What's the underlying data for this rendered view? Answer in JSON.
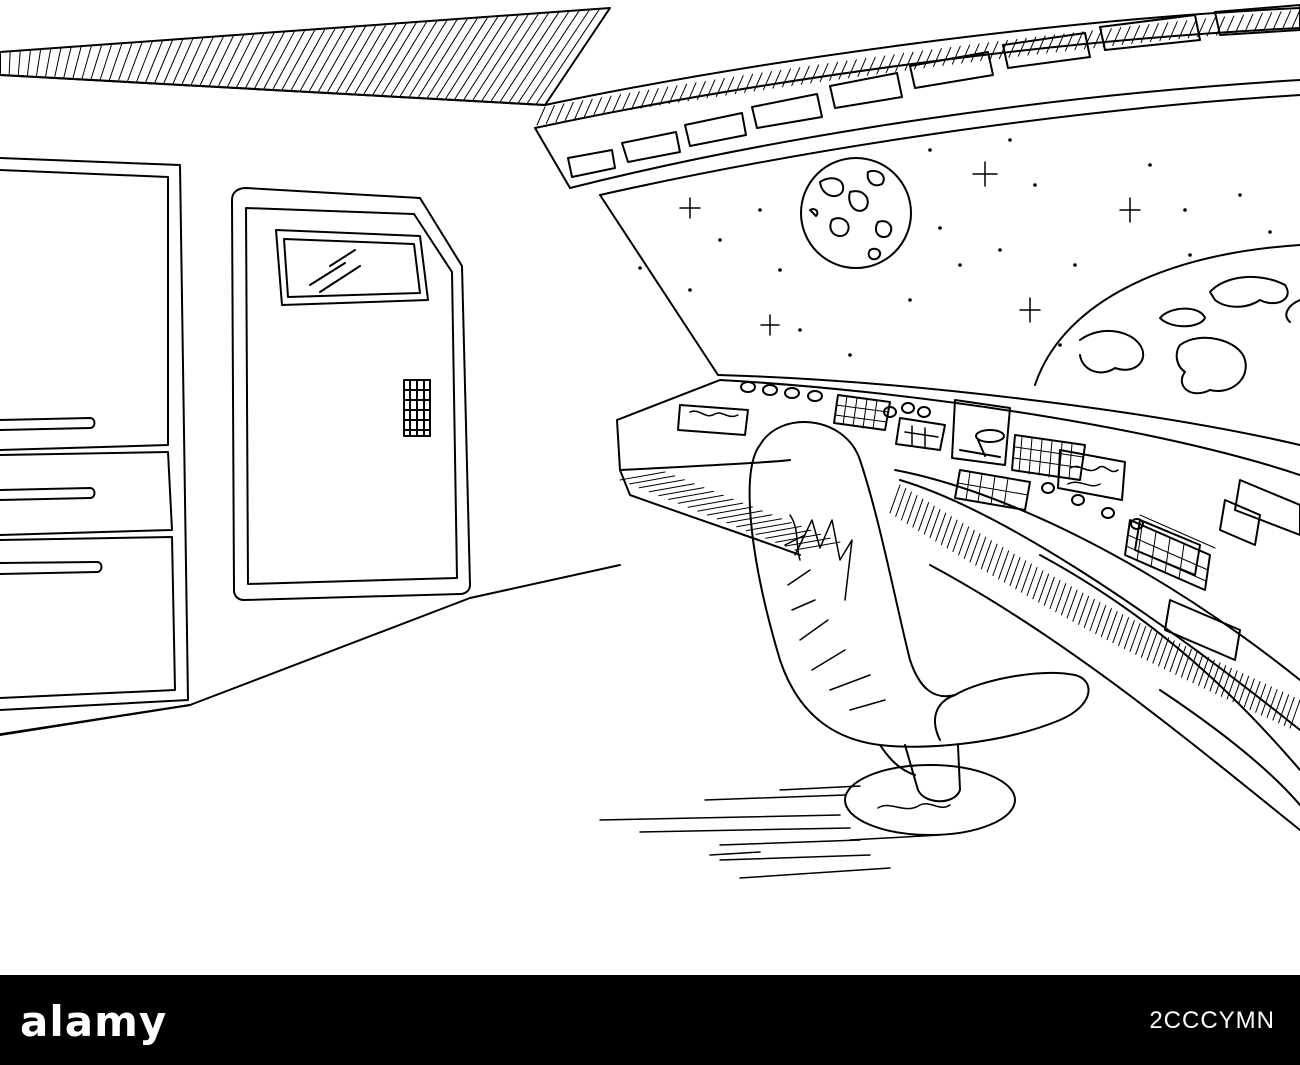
{
  "footer": {
    "brand": "alamy",
    "image_id": "2CCCYMN",
    "background": "#000000",
    "text_color": "#ffffff"
  },
  "illustration": {
    "subject": "spaceship-cockpit-sketch",
    "line_color": "#000000",
    "background": "#ffffff"
  }
}
